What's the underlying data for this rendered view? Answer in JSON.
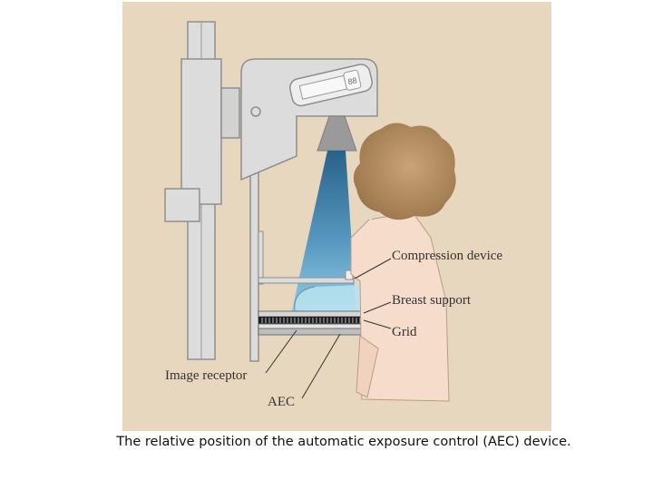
{
  "diagram": {
    "labels": {
      "compression_device": "Compression device",
      "breast_support": "Breast support",
      "grid": "Grid",
      "image_receptor": "Image receptor",
      "aec": "AEC"
    },
    "colors": {
      "background": "#e8d7bf",
      "machine": "#dcdcdc",
      "beam_top": "#1f5b86",
      "beam_bottom": "#8ccde8",
      "hair": "#b08a5c",
      "skin": "#f5dccb"
    }
  },
  "caption": "The relative position of the automatic exposure control (AEC) device."
}
